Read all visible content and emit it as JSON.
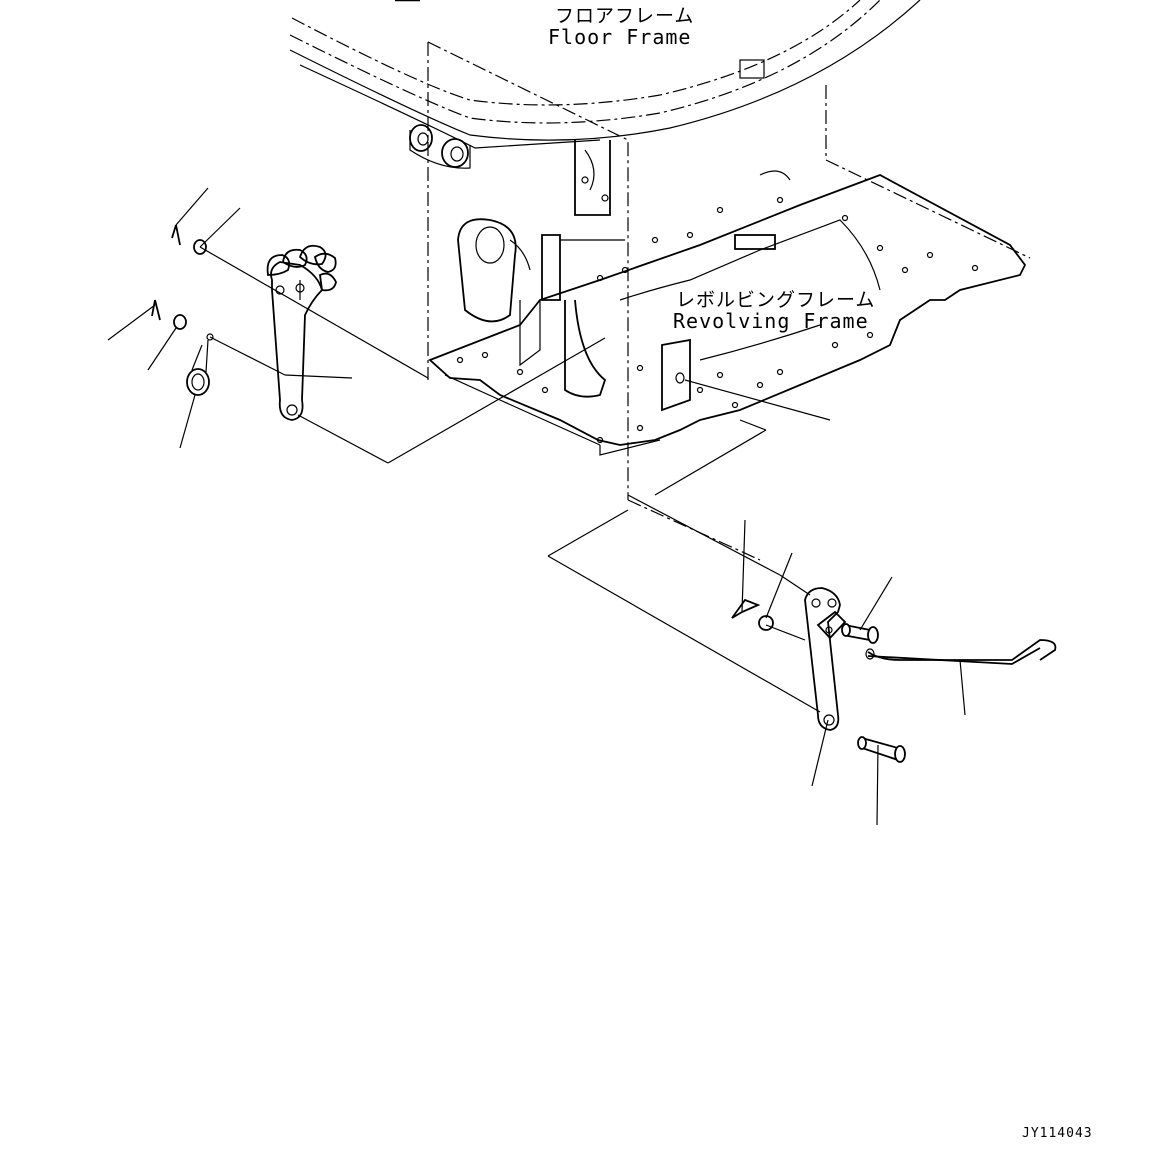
{
  "labels": {
    "floor_frame_jp": "フロアフレーム",
    "floor_frame_en": "Floor Frame",
    "revolving_frame_jp": "レボルビングフレーム",
    "revolving_frame_en": "Revolving Frame"
  },
  "drawing_id": "JY114043"
}
